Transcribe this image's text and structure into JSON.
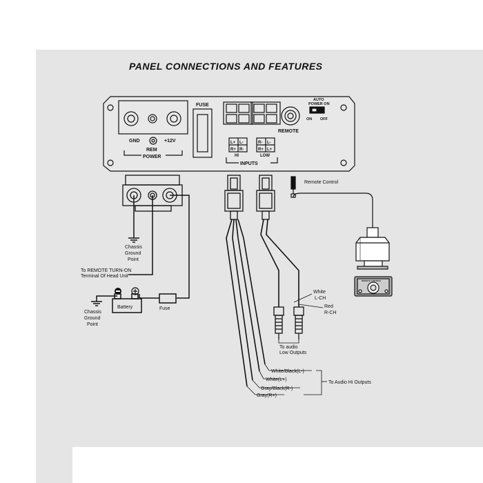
{
  "title": "PANEL CONNECTIONS AND FEATURES",
  "panel": {
    "fuse": "FUSE",
    "gnd": "GND",
    "plus12v": "+12V",
    "rem": "REM",
    "power": "POWER",
    "remote": "REMOTE",
    "auto_power_on_1": "AUTO",
    "auto_power_on_2": "POWER ON",
    "on": "ON",
    "off": "OFF",
    "hi": "HI",
    "low": "LOW",
    "inputs": "INPUTS",
    "hi_pins": [
      "L+",
      "L-",
      "R+",
      "R-"
    ],
    "low_pins": [
      "R-",
      "L-",
      "R+",
      "L+"
    ]
  },
  "wiring": {
    "remote_control": "Remote Control",
    "remote_label": "REMOTE CONTROL",
    "chassis_ground_1": [
      "Chassis",
      "Ground",
      "Point"
    ],
    "remote_turn_on_1": "To REMOTE TURN-ON",
    "remote_turn_on_2": "Terminal Of Head Unit",
    "battery": "Battery",
    "fuse": "Fuse",
    "chassis_ground_2": [
      "Chassis",
      "Ground",
      "Point"
    ],
    "white_1": "White",
    "white_2": "L-CH",
    "red_1": "Red",
    "red_2": "R-CH",
    "audio_low_1": "To audio",
    "audio_low_2": "Low Outputs",
    "hi_wires": [
      "White/Black(L-)",
      "White(L+)",
      "Gray/Black(R-)",
      "Gray(R+)"
    ],
    "audio_hi": "To Audio Hi Outputs"
  },
  "colors": {
    "panel_bg": "#e5e5e5",
    "line": "#111111"
  }
}
